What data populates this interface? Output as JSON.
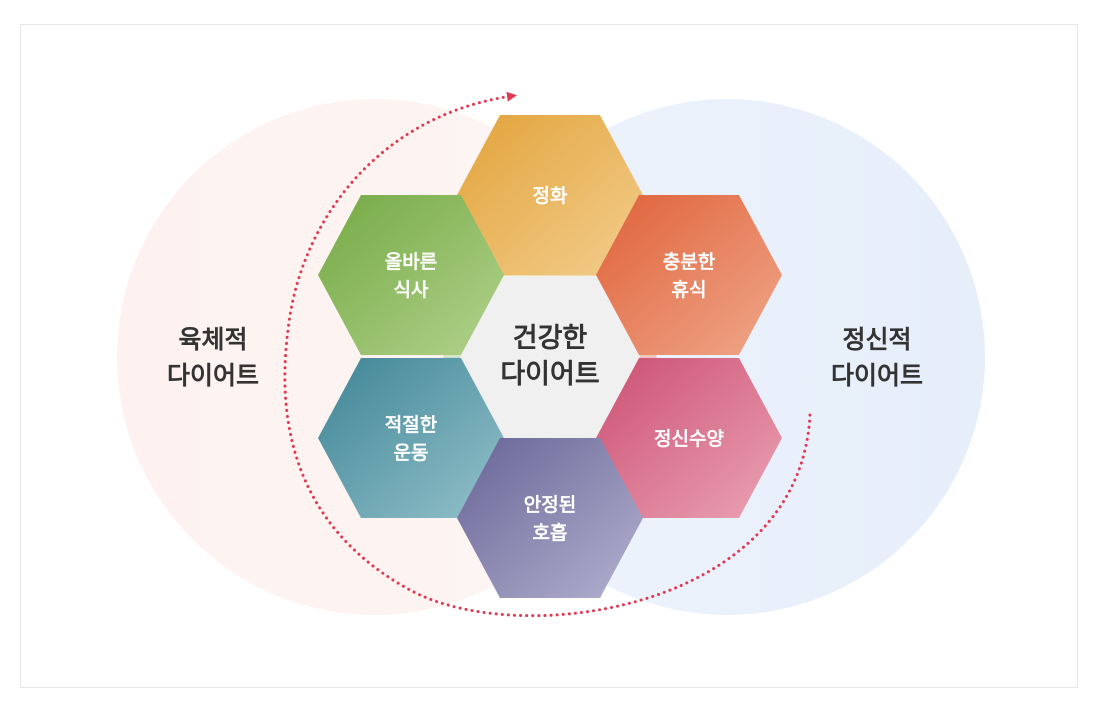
{
  "left_circle": {
    "line1": "육체적",
    "line2": "다이어트"
  },
  "right_circle": {
    "line1": "정신적",
    "line2": "다이어트"
  },
  "center": {
    "line1": "건강한",
    "line2": "다이어트"
  },
  "hexagons": {
    "top": {
      "line1": "정화",
      "line2": ""
    },
    "upper_left": {
      "line1": "올바른",
      "line2": "식사"
    },
    "upper_right": {
      "line1": "충분한",
      "line2": "휴식"
    },
    "lower_left": {
      "line1": "적절한",
      "line2": "운동"
    },
    "lower_right": {
      "line1": "정신수양",
      "line2": ""
    },
    "bottom": {
      "line1": "안정된",
      "line2": "호흡"
    }
  },
  "colors": {
    "left_circle": "#fdf1ef",
    "right_circle": "#eaf1fb",
    "center_hex": "#f0f0f0",
    "top": "#e9b44c",
    "upper_left": "#86b654",
    "upper_right": "#e27650",
    "lower_left": "#4e92a2",
    "lower_right": "#d46483",
    "bottom": "#7b78a8",
    "arrow": "#e03a52"
  }
}
